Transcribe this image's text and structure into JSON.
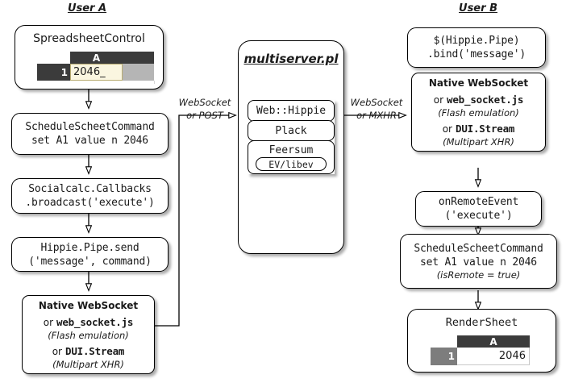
{
  "diagram": {
    "columns": {
      "left_title": "User A",
      "center_title": "multiserver.pl",
      "right_title": "User B"
    },
    "left_nodes": {
      "spreadsheet_control": {
        "title": "SpreadsheetControl",
        "sheet": {
          "col_header": "A",
          "row_header": "1",
          "cell_value": "2046_"
        }
      },
      "schedule_command": {
        "line1": "ScheduleScheetCommand",
        "line2": "set A1 value n 2046"
      },
      "callbacks": {
        "line1": "Socialcalc.Callbacks",
        "line2": ".broadcast('execute')"
      },
      "pipe_send": {
        "line1": "Hippie.Pipe.send",
        "line2": "('message', command)"
      },
      "transport": {
        "line1": "Native WebSocket",
        "or1": "or",
        "line2": "web_socket.js",
        "note1": "(Flash emulation)",
        "or2": "or",
        "line3": "DUI.Stream",
        "note2": "(Multipart XHR)"
      }
    },
    "server": {
      "title": "multiserver.pl",
      "stack": [
        "Web::Hippie",
        "Plack",
        "Feersum"
      ],
      "event_loop": "EV/libev"
    },
    "right_nodes": {
      "bind": {
        "line1": "$(Hippie.Pipe)",
        "line2": ".bind('message')"
      },
      "transport": {
        "line1": "Native WebSocket",
        "or1": "or",
        "line2": "web_socket.js",
        "note1": "(Flash emulation)",
        "or2": "or",
        "line3": "DUI.Stream",
        "note2": "(Multipart XHR)"
      },
      "on_remote_event": {
        "line1": "onRemoteEvent",
        "line2": "('execute')"
      },
      "schedule_command": {
        "line1": "ScheduleScheetCommand",
        "line2": "set A1 value n 2046",
        "line3": "(isRemote = true)"
      },
      "render_sheet": {
        "title": "RenderSheet",
        "sheet": {
          "col_header": "A",
          "row_header": "1",
          "cell_value": "2046"
        }
      }
    },
    "edges": {
      "client_to_server": {
        "line1": "WebSocket",
        "line2": "or POST"
      },
      "server_to_client": {
        "line1": "WebSocket",
        "line2": "or MXHR"
      }
    },
    "colors": {
      "background": "#ffffff",
      "stroke": "#000000",
      "sheet_header": "#3b3b3b",
      "sheet_rowhead_grey": "#7d7d7d",
      "edit_cell_bg": "#faf6e0",
      "edit_cell_border": "#b9ad72"
    }
  }
}
